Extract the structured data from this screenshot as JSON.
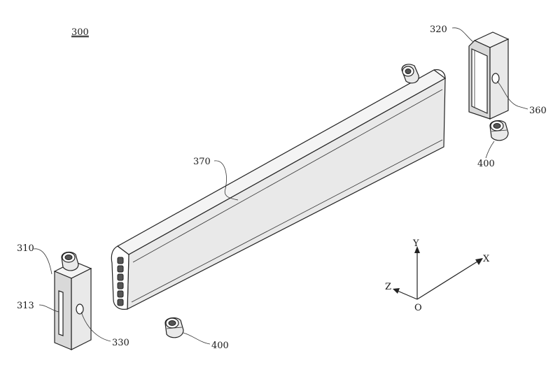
{
  "figure": {
    "number": "300",
    "labels": {
      "end_cap_left": "310",
      "slot": "313",
      "end_cap_right": "320",
      "hole_left": "330",
      "hole_right": "360",
      "tube": "370",
      "connector_left": "400",
      "connector_right": "400"
    },
    "axes": {
      "y": "Y",
      "x": "X",
      "z": "Z",
      "origin": "O"
    }
  }
}
